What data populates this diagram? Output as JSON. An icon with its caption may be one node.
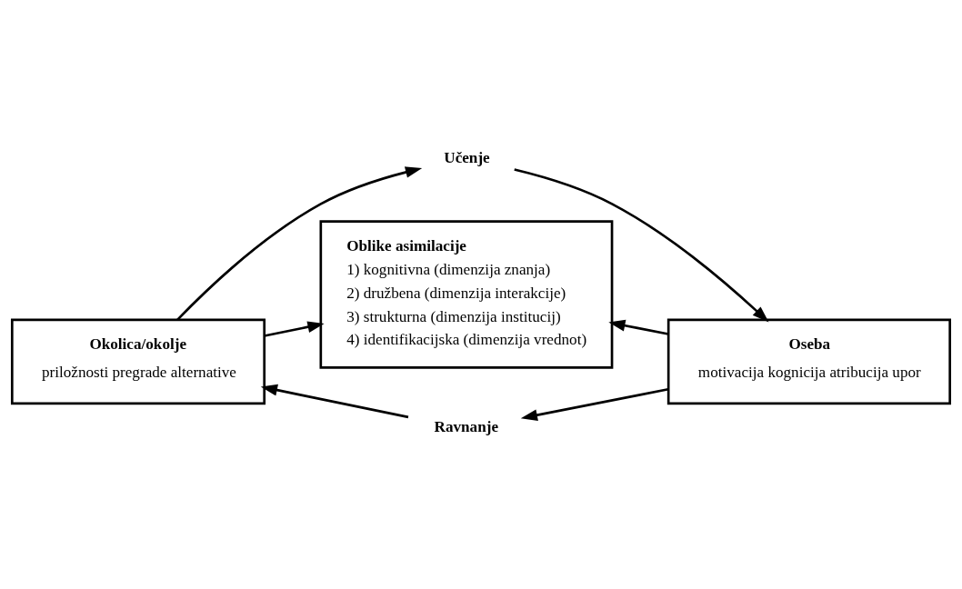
{
  "diagram": {
    "nodes": [
      {
        "text": [
          "Okolica/okolje",
          "priložnosti pregrade alternative"
        ]
      },
      {
        "text": [
          "Učenje"
        ]
      },
      {
        "text": [
          "Oseba",
          "motivacija kognicija atribucija upor"
        ]
      },
      {
        "text": [
          "Ravnanje"
        ]
      },
      {
        "text": [
          "Oblike asimilacije",
          "1) kognitivna (dimenzija znanja)",
          "2) družbena (dimenzija interakcije)",
          "3) strukturna (dimenzija institucij)",
          "4) identifikacijska (dimenzija vrednot)"
        ]
      }
    ],
    "edges": [
      {
        "from": 0,
        "to": 1,
        "arrow": "to"
      },
      {
        "from": 1,
        "to": 2,
        "arrow": "to"
      },
      {
        "from": 2,
        "to": 3,
        "arrow": "to"
      },
      {
        "from": 3,
        "to": 0,
        "arrow": "to"
      },
      {
        "from": 0,
        "to": 4,
        "arrow": "to"
      },
      {
        "from": 2,
        "to": 4,
        "arrow": "to"
      }
    ]
  }
}
